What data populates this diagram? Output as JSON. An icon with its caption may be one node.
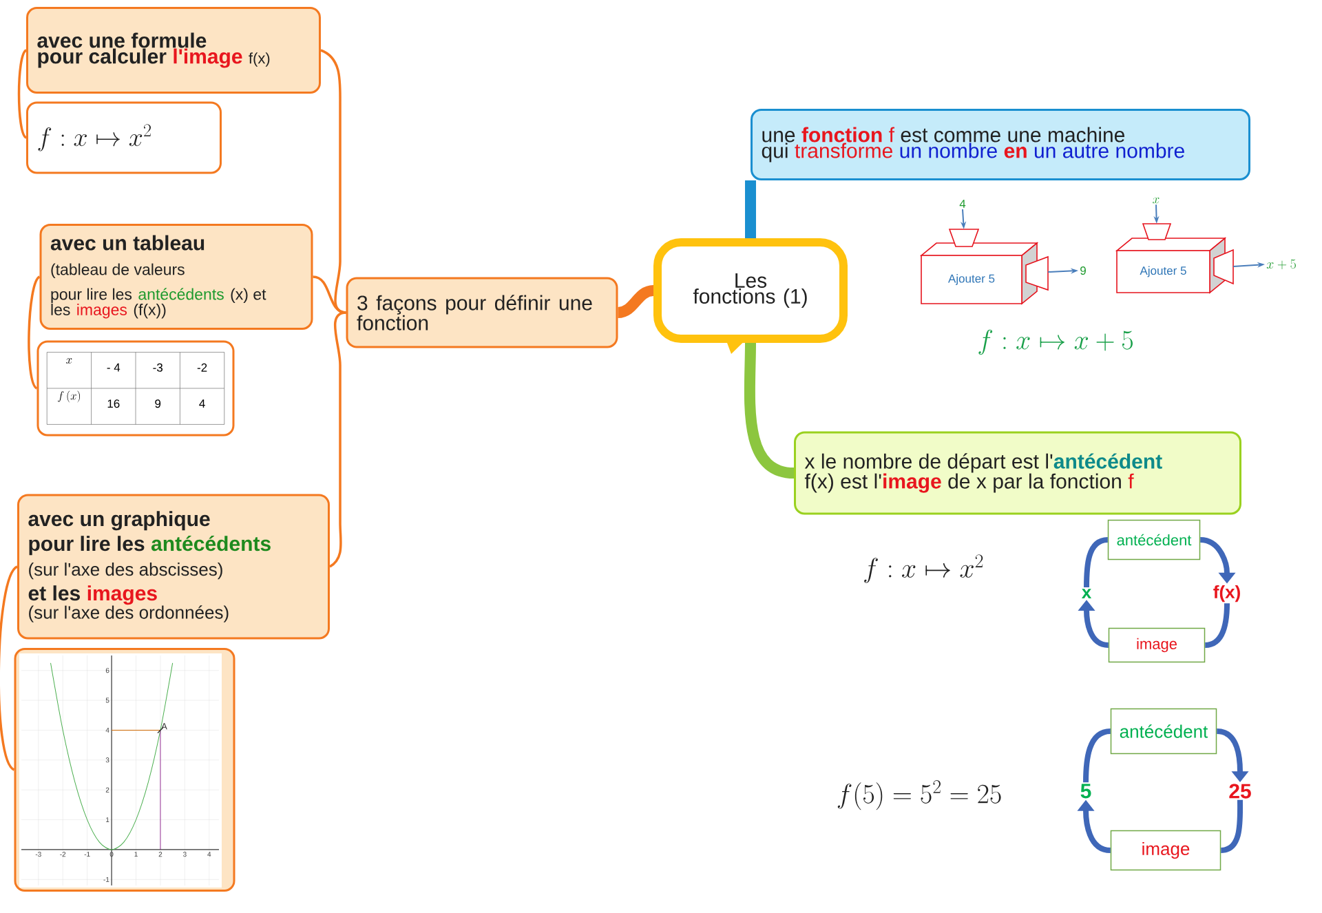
{
  "diagram": {
    "nodes": [
      {
        "text": [
          "Les fonctions (1)"
        ]
      },
      {
        "text": [
          "3 façons pour définir une fonction"
        ]
      },
      {
        "text": [
          "avec une formule",
          "pour calculer",
          "l'image",
          "f(x)"
        ]
      },
      {
        "text": [
          "f : x \\mapsto x^{2}"
        ]
      },
      {
        "text": [
          "avec un tableau",
          "(tableau de valeurs",
          "pour lire les",
          "antécédents",
          "(x) et",
          "les",
          "images",
          "(f(x))"
        ]
      },
      {
        "text": [
          "x",
          "- 4",
          "-3",
          "-2",
          "f\\left(x\\right)",
          "16",
          "9",
          "4"
        ]
      },
      {
        "text": [
          "avec un graphique",
          "pour lire les",
          "antécédents",
          "(sur l'axe des abscisses)",
          "et les",
          "images",
          "(sur l'axe des ordonnées)"
        ]
      },
      {
        "text": [],
        "shape": "picture"
      },
      {
        "text": [
          "une",
          "fonction",
          "f",
          "est comme une machine",
          "qui",
          "transforme",
          "un nombre",
          "en",
          "un autre nombre"
        ]
      },
      {
        "text": [
          "4"
        ]
      },
      {
        "text": [
          "Ajouter 5"
        ]
      },
      {
        "text": [
          "9"
        ]
      },
      {
        "text": [
          "x"
        ]
      },
      {
        "text": [
          "Ajouter 5"
        ]
      },
      {
        "text": [
          "x + 5"
        ]
      },
      {
        "text": [
          "x le nombre de départ est l'",
          "antécédent",
          "f(x) est l'",
          "image",
          "de x par la fonction",
          "f"
        ]
      },
      {
        "text": [
          "antécédent"
        ]
      },
      {
        "text": [
          "x"
        ]
      },
      {
        "text": [
          "f(x)"
        ]
      },
      {
        "text": [
          "image"
        ]
      },
      {
        "text": [
          "antécédent"
        ]
      },
      {
        "text": [
          "5"
        ]
      },
      {
        "text": [
          "25"
        ]
      },
      {
        "text": [
          "image"
        ]
      }
    ],
    "edges": [
      {
        "from": 0,
        "to": 1,
        "arrow": "none",
        "style": "thick",
        "color": "#f47920"
      },
      {
        "from": 0,
        "to": 8,
        "arrow": "none",
        "style": "thick",
        "color": "#1a8fd0"
      },
      {
        "from": 0,
        "to": 15,
        "arrow": "none",
        "style": "thick",
        "color": "#8cc63f"
      },
      {
        "from": 1,
        "to": 2,
        "arrow": "none",
        "color": "#f47920"
      },
      {
        "from": 1,
        "to": 4,
        "arrow": "none",
        "color": "#f47920"
      },
      {
        "from": 1,
        "to": 6,
        "arrow": "none",
        "color": "#f47920"
      },
      {
        "from": 2,
        "to": 3,
        "arrow": "none",
        "color": "#f47920"
      },
      {
        "from": 4,
        "to": 5,
        "arrow": "none",
        "color": "#f47920"
      },
      {
        "from": 6,
        "to": 7,
        "arrow": "none",
        "color": "#f47920"
      },
      {
        "from": 9,
        "to": 10,
        "arrow": "to",
        "color": "#4a7ebb"
      },
      {
        "from": 10,
        "to": 11,
        "arrow": "to",
        "color": "#4a7ebb"
      },
      {
        "from": 12,
        "to": 13,
        "arrow": "to",
        "color": "#4a7ebb"
      },
      {
        "from": 13,
        "to": 14,
        "arrow": "to",
        "color": "#4a7ebb"
      },
      {
        "from": 17,
        "to": 16,
        "arrow": "none",
        "color": "#3f67b8"
      },
      {
        "from": 16,
        "to": 18,
        "arrow": "to",
        "color": "#3f67b8"
      },
      {
        "from": 18,
        "to": 19,
        "arrow": "none",
        "color": "#3f67b8"
      },
      {
        "from": 19,
        "to": 17,
        "arrow": "to",
        "color": "#3f67b8"
      },
      {
        "from": 21,
        "to": 20,
        "arrow": "none",
        "color": "#3f67b8"
      },
      {
        "from": 20,
        "to": 22,
        "arrow": "to",
        "color": "#3f67b8"
      },
      {
        "from": 22,
        "to": 23,
        "arrow": "none",
        "color": "#3f67b8"
      },
      {
        "from": 23,
        "to": 21,
        "arrow": "to",
        "color": "#3f67b8"
      }
    ],
    "labels": [
      "f : x \\mapsto x + 5",
      "f : x \\mapsto x^{2}",
      "f(5) = 5^{2} = 25"
    ],
    "chart_data": {
      "type": "line",
      "x": [
        -2.5,
        -2,
        -1.5,
        -1,
        -0.5,
        0,
        0.5,
        1,
        1.5,
        2,
        2.5
      ],
      "series": [
        {
          "color": "#4caf50",
          "values": [
            6.25,
            4,
            2.25,
            1,
            0.25,
            0,
            0.25,
            1,
            2.25,
            4,
            6.25
          ]
        }
      ],
      "xlim": [
        -3.7,
        4.4
      ],
      "ylim": [
        -1.2,
        6.5
      ],
      "xticks": [
        -3,
        -2,
        -1,
        0,
        1,
        2,
        3,
        4
      ],
      "yticks": [
        -1,
        1,
        2,
        3,
        4,
        5,
        6
      ],
      "grid": true,
      "annotations": [
        {
          "x": 2,
          "y": 4,
          "text": "A"
        }
      ]
    }
  }
}
